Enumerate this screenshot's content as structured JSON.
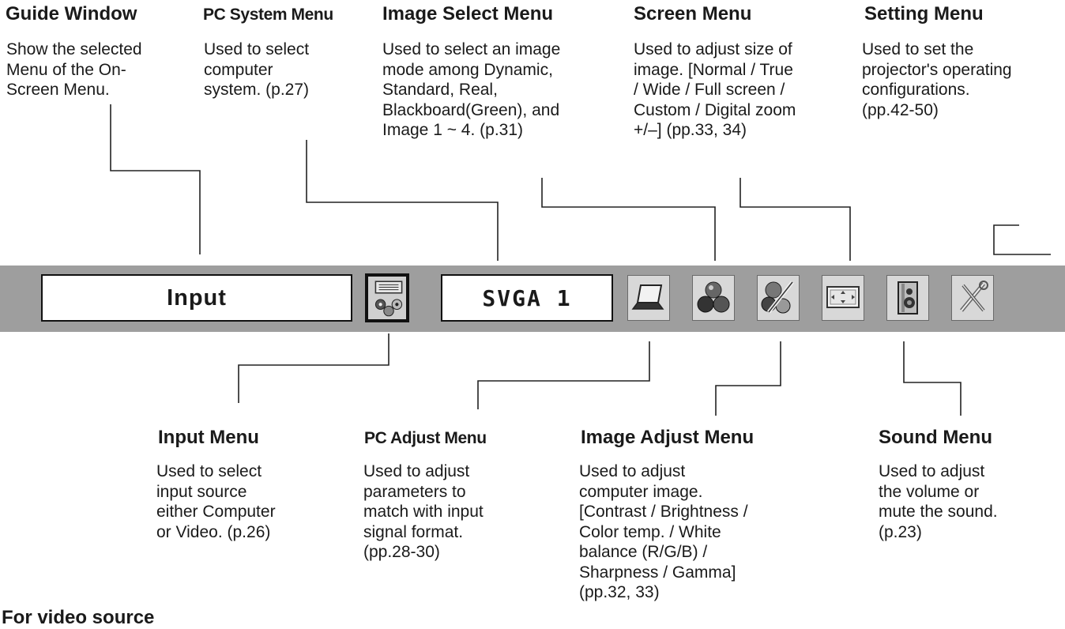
{
  "top_labels": {
    "guide": {
      "title": "Guide Window",
      "lines": [
        "Show the selected",
        "Menu of the On-",
        "Screen Menu."
      ]
    },
    "pc_system": {
      "title": "PC System Menu",
      "lines": [
        "Used to select",
        "computer",
        "system.  (p.27)"
      ]
    },
    "image_select": {
      "title": "Image Select Menu",
      "lines": [
        "Used to select an image",
        "mode among Dynamic,",
        "Standard, Real,",
        "Blackboard(Green), and",
        "Image 1 ~ 4.  (p.31)"
      ]
    },
    "screen": {
      "title": "Screen Menu",
      "lines": [
        "Used to adjust size of",
        "image. [Normal / True",
        "/ Wide / Full screen /",
        "Custom / Digital zoom",
        "+/–]  (pp.33, 34)"
      ]
    },
    "setting": {
      "title": "Setting Menu",
      "lines": [
        "Used to set the",
        "projector's operating",
        "configurations.",
        " (pp.42-50)"
      ]
    }
  },
  "bottom_labels": {
    "input": {
      "title": "Input Menu",
      "lines": [
        "Used to select",
        "input source",
        "either Computer",
        "or Video.  (p.26)"
      ]
    },
    "pc_adjust": {
      "title": "PC Adjust Menu",
      "lines": [
        "Used to adjust",
        "parameters to",
        "match with input",
        "signal format.",
        "(pp.28-30)"
      ]
    },
    "image_adjust": {
      "title": "Image Adjust Menu",
      "lines": [
        "Used to adjust",
        "computer image.",
        "[Contrast / Brightness /",
        "Color temp. / White",
        "balance (R/G/B) /",
        "Sharpness / Gamma]",
        "(pp.32, 33)"
      ]
    },
    "sound": {
      "title": "Sound Menu",
      "lines": [
        "Used to adjust",
        "the volume or",
        "mute the sound.",
        "(p.23)"
      ]
    }
  },
  "menu_bar": {
    "guide_text": "Input",
    "pc_system_text": "SVGA 1",
    "icons": [
      "input-icon",
      "pc-adjust-icon",
      "image-select-icon",
      "image-adjust-icon",
      "screen-icon",
      "sound-icon",
      "setting-icon"
    ]
  },
  "footer": {
    "text": "For video source"
  }
}
